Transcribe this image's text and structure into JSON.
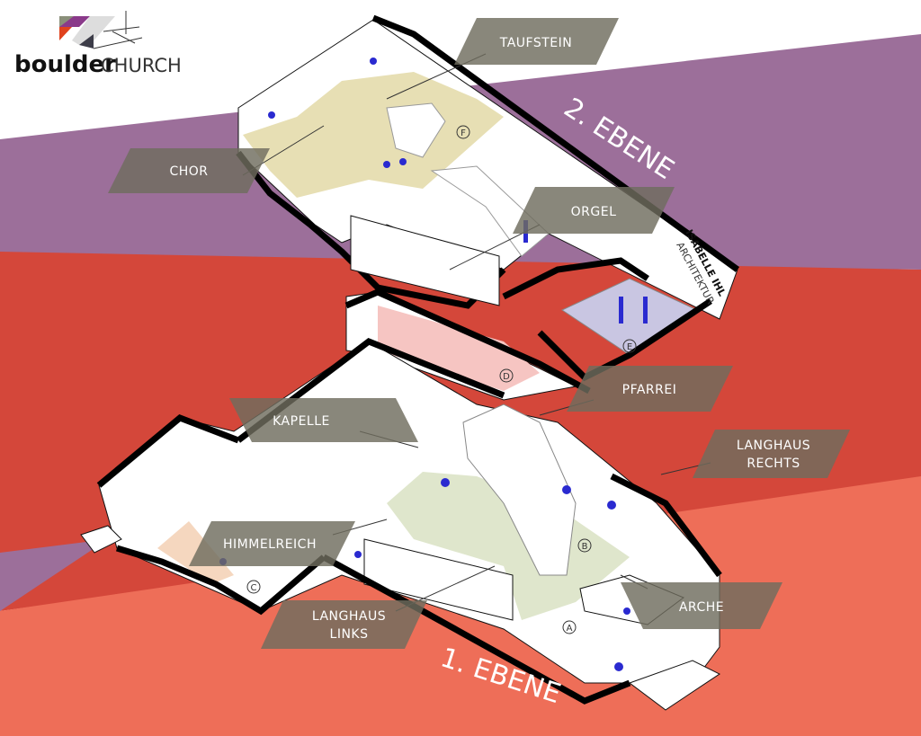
{
  "logo": {
    "text_bold": "boulder",
    "text_light": "CHURCH"
  },
  "credit": {
    "line1": "ISABELLE IHL",
    "line2": "ARCHITEKTUR"
  },
  "levels": {
    "upper": "2. EBENE",
    "lower": "1. EBENE"
  },
  "labels": {
    "taufstein": "TAUFSTEIN",
    "chor": "CHOR",
    "orgel": "ORGEL",
    "pfarrei": "PFARREI",
    "kapelle": "KAPELLE",
    "langhaus_rechts_1": "LANGHAUS",
    "langhaus_rechts_2": "RECHTS",
    "himmelreich": "HIMMELREICH",
    "langhaus_links_1": "LANGHAUS",
    "langhaus_links_2": "LINKS",
    "arche": "ARCHE"
  },
  "markers": {
    "a": "A",
    "b": "B",
    "c": "C",
    "d": "D",
    "e": "E",
    "f": "F"
  },
  "colors": {
    "purple": "#9c6f9a",
    "red": "#d4473a",
    "coral": "#ee6e58",
    "floor_upper": "#e7dfb4",
    "floor_lower": "#dfe6cc",
    "floor_d": "#f6c5c2",
    "floor_e": "#c9c6e2",
    "floor_c": "#f5d7bf",
    "person": "#2a2ad0",
    "label_box": "#6f6d5e"
  }
}
